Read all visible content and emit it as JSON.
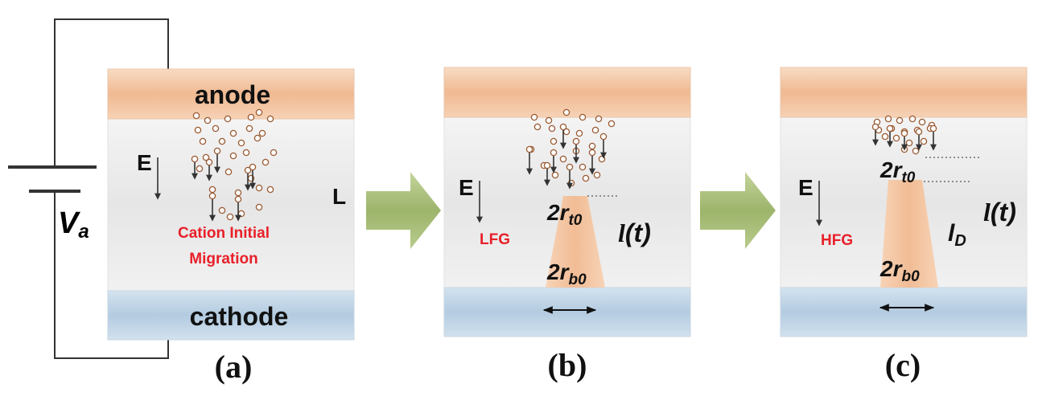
{
  "panels": [
    {
      "id": "a",
      "caption": "(a)",
      "anode_label": "anode",
      "cathode_label": "cathode",
      "field_label": "E",
      "thickness_label": "L",
      "migration_line1": "Cation Initial",
      "migration_line2": "Migration"
    },
    {
      "id": "b",
      "caption": "(b)",
      "field_label": "E",
      "regime_label": "LFG",
      "top_radius_main": "2r",
      "top_radius_sub": "t0",
      "bottom_radius_main": "2r",
      "bottom_radius_sub": "b0",
      "length_main": "l",
      "length_arg": "(t)"
    },
    {
      "id": "c",
      "caption": "(c)",
      "field_label": "E",
      "regime_label": "HFG",
      "top_radius_main": "2r",
      "top_radius_sub": "t0",
      "bottom_radius_main": "2r",
      "bottom_radius_sub": "b0",
      "length_main": "l",
      "length_arg": "(t)",
      "gap_main": "l",
      "gap_sub": "D"
    }
  ],
  "source": {
    "main": "V",
    "sub": "a"
  },
  "colors": {
    "electrode_top": "#f3c4a0",
    "electrode_bottom": "#bcd3e6",
    "medium": "#ececec",
    "filament": "#f5caa8",
    "arrow": "#a8be7a",
    "ion_fill": "#ffffff",
    "ion_stroke": "#a0522d",
    "label_red": "#e8202a"
  }
}
